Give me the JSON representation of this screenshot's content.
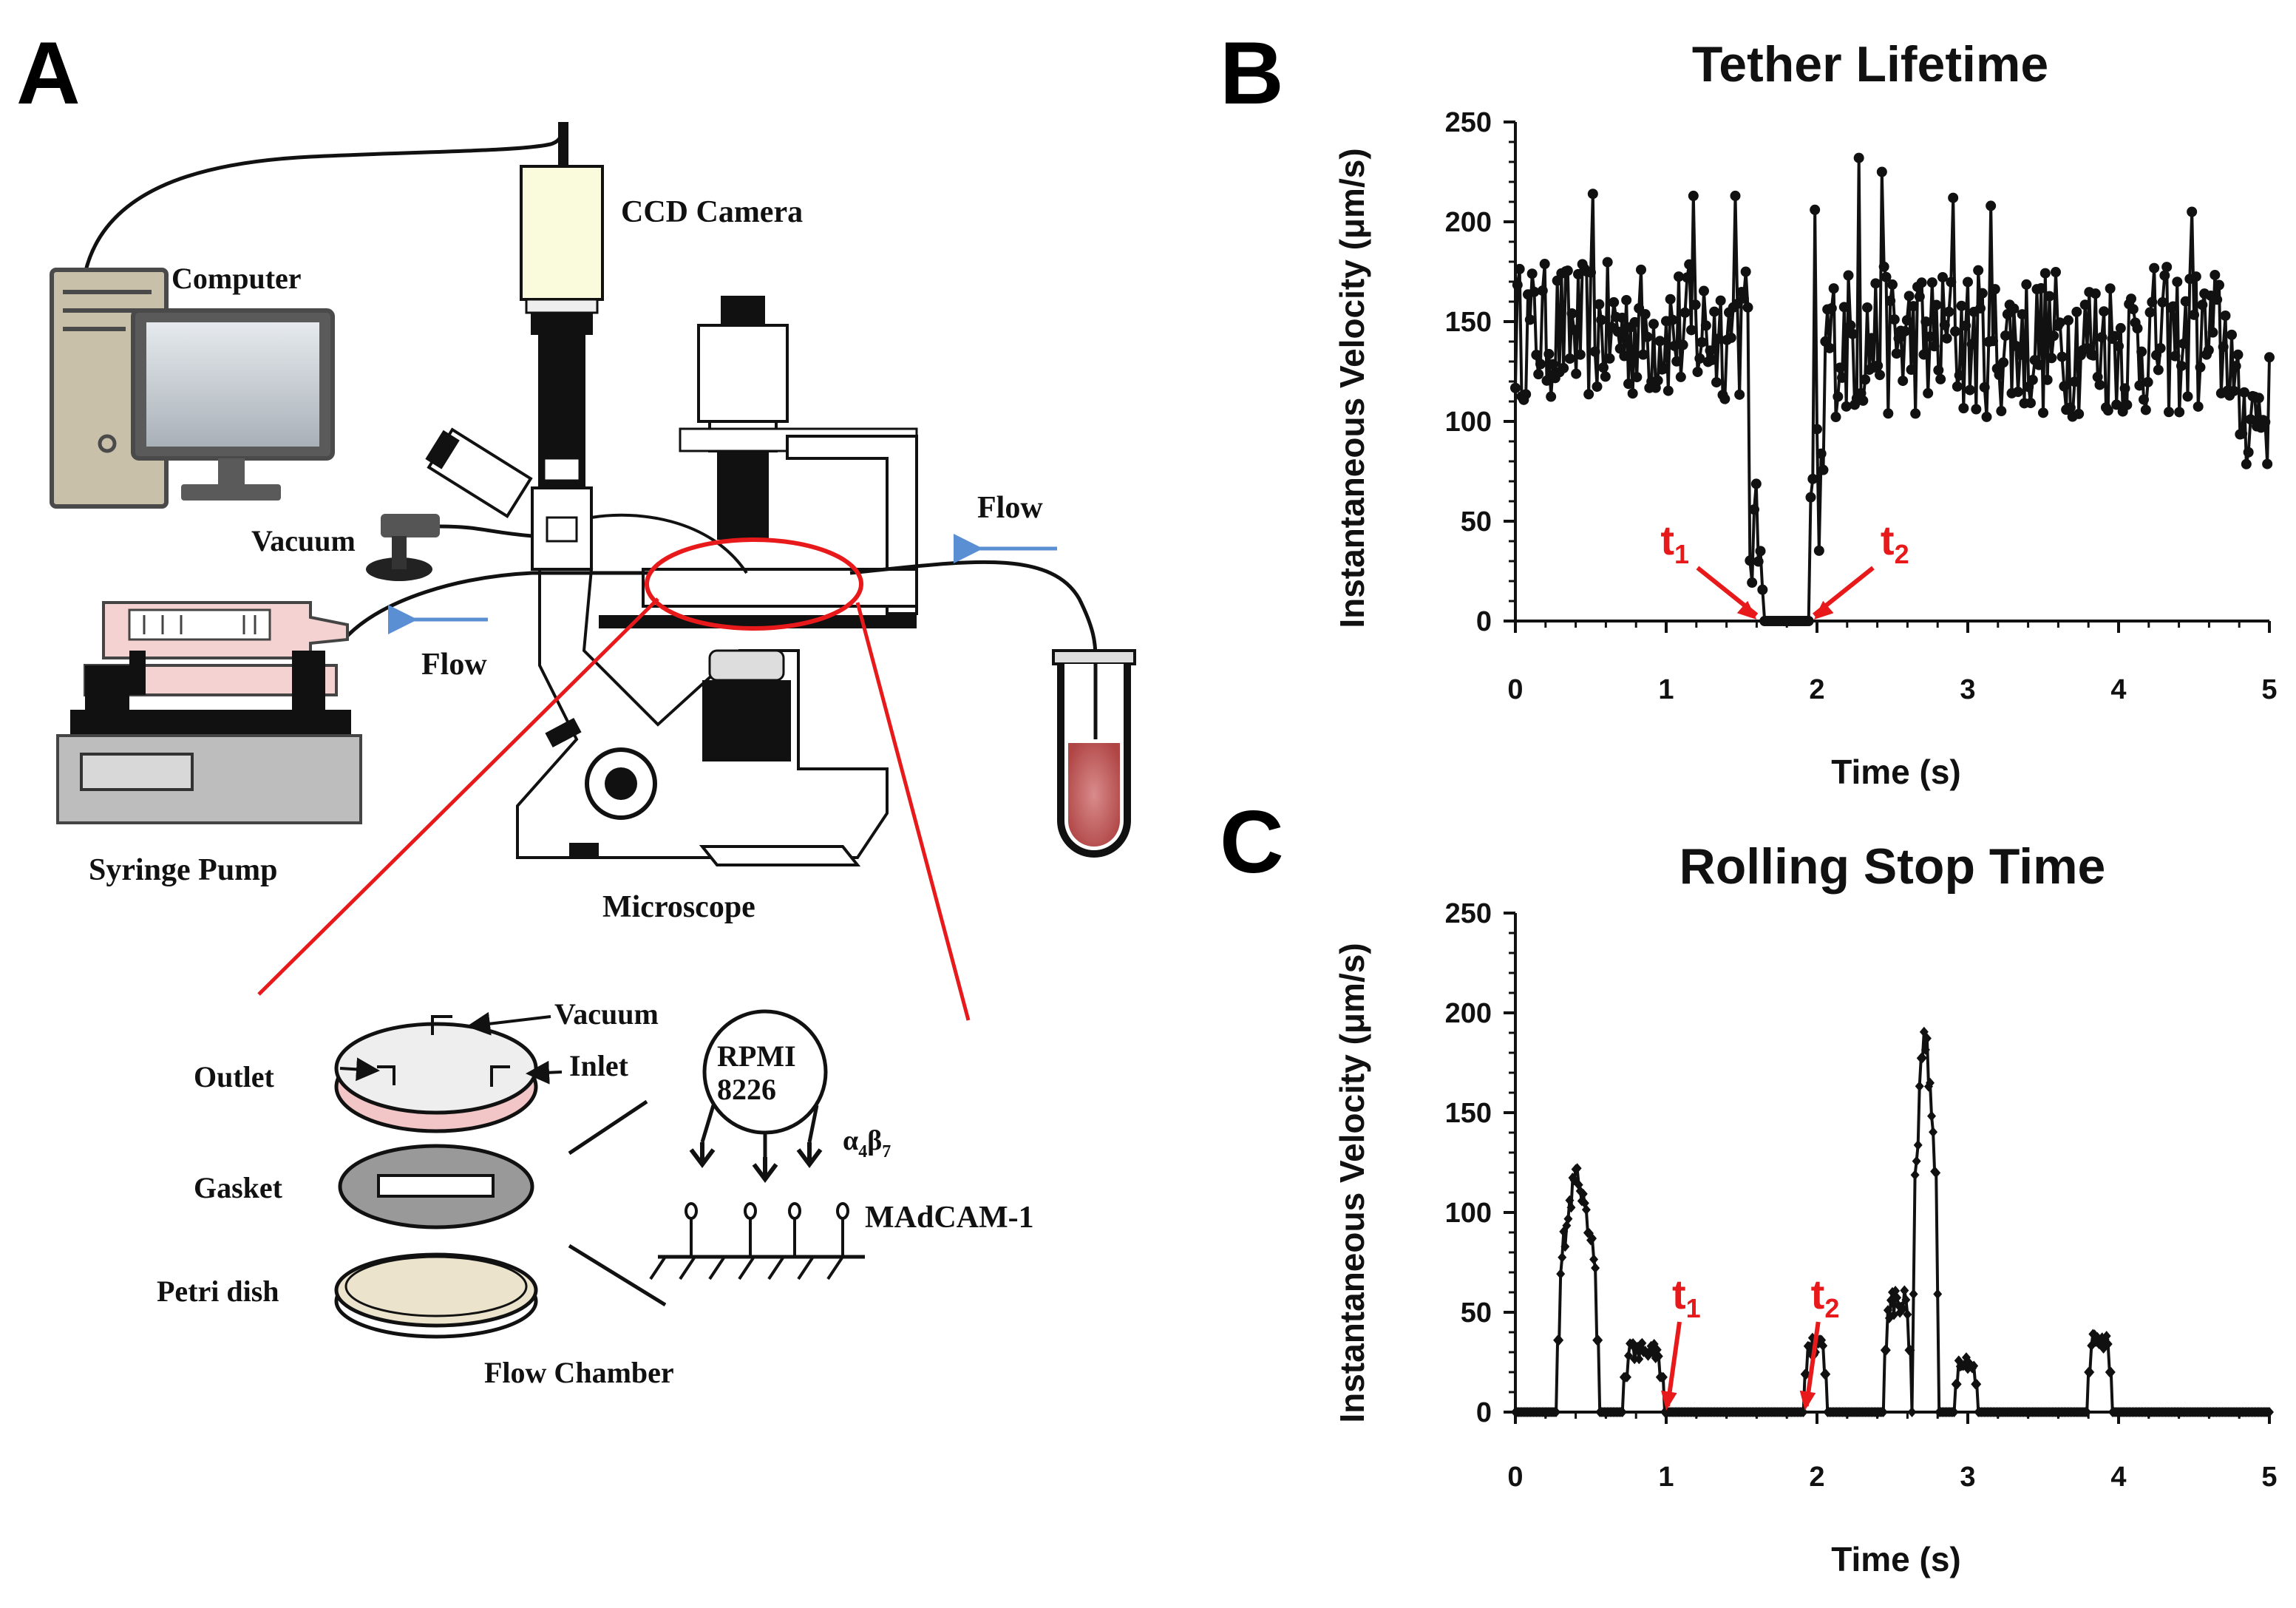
{
  "panels": {
    "a": "A",
    "b": "B",
    "c": "C"
  },
  "setup": {
    "ccd_camera": "CCD Camera",
    "computer": "Computer",
    "vacuum": "Vacuum",
    "flow_right": "Flow",
    "flow_left": "Flow",
    "syringe_pump": "Syringe  Pump",
    "microscope": "Microscope"
  },
  "chamber": {
    "vacuum": "Vacuum",
    "outlet": "Outlet",
    "inlet": "Inlet",
    "gasket": "Gasket",
    "petri_dish": "Petri dish",
    "flow_chamber": "Flow Chamber",
    "cell_line1": "RPMI",
    "cell_line2": "8226",
    "integrin_alpha": "α",
    "integrin_alpha_sub": "4",
    "integrin_beta": "β",
    "integrin_beta_sub": "7",
    "ligand": "MAdCAM-1"
  },
  "colors": {
    "trace": "#111111",
    "marker": "#e8191b",
    "flow_arrow": "#5b8fd4",
    "zoom_line": "#e8191b"
  },
  "chart_data": [
    {
      "type": "line",
      "title": "Tether Lifetime",
      "xlabel": "Time (s)",
      "ylabel": "Instantaneous Velocity (μm/s)",
      "xlim": [
        0,
        5
      ],
      "ylim": [
        0,
        250
      ],
      "xticks": [
        "0",
        "1",
        "2",
        "3",
        "4",
        "5"
      ],
      "yticks": [
        "0",
        "50",
        "100",
        "150",
        "200",
        "250"
      ],
      "marker_shape": "circle",
      "segments": [
        {
          "x_start": 0.0,
          "x_end": 1.55,
          "mean": 145,
          "amp": 35
        },
        {
          "x_start": 1.55,
          "x_end": 1.65,
          "mean": 40,
          "amp": 30
        },
        {
          "x_start": 1.65,
          "x_end": 1.95,
          "mean": 0,
          "amp": 0
        },
        {
          "x_start": 1.95,
          "x_end": 2.05,
          "mean": 60,
          "amp": 45
        },
        {
          "x_start": 2.05,
          "x_end": 4.75,
          "mean": 140,
          "amp": 38
        },
        {
          "x_start": 4.75,
          "x_end": 5.0,
          "mean": 105,
          "amp": 30
        }
      ],
      "spikes": [
        {
          "x": 1.18,
          "y": 213
        },
        {
          "x": 1.46,
          "y": 213
        },
        {
          "x": 2.28,
          "y": 232
        },
        {
          "x": 2.43,
          "y": 225
        },
        {
          "x": 2.9,
          "y": 212
        },
        {
          "x": 3.15,
          "y": 208
        },
        {
          "x": 0.52,
          "y": 214
        },
        {
          "x": 1.98,
          "y": 206
        },
        {
          "x": 4.48,
          "y": 205
        }
      ],
      "markers": [
        {
          "label": "t",
          "sub": "1",
          "x": 1.6
        },
        {
          "label": "t",
          "sub": "2",
          "x": 1.98
        }
      ]
    },
    {
      "type": "line",
      "title": "Rolling Stop Time",
      "xlabel": "Time (s)",
      "ylabel": "Instantaneous Velocity (μm/s)",
      "xlim": [
        0,
        5
      ],
      "ylim": [
        0,
        250
      ],
      "xticks": [
        "0",
        "1",
        "2",
        "3",
        "4",
        "5"
      ],
      "yticks": [
        "0",
        "50",
        "100",
        "150",
        "200",
        "250"
      ],
      "marker_shape": "diamond",
      "bursts": [
        {
          "start": 0.28,
          "end": 0.55,
          "peak": 120,
          "shape": "peak"
        },
        {
          "start": 0.72,
          "end": 0.98,
          "peak": 35,
          "shape": "plateau"
        },
        {
          "start": 1.92,
          "end": 2.06,
          "peak": 38,
          "shape": "plateau"
        },
        {
          "start": 2.45,
          "end": 2.62,
          "peak": 62,
          "shape": "plateau"
        },
        {
          "start": 2.64,
          "end": 2.8,
          "peak": 197,
          "shape": "peak"
        },
        {
          "start": 2.92,
          "end": 3.06,
          "peak": 28,
          "shape": "plateau"
        },
        {
          "start": 3.8,
          "end": 3.95,
          "peak": 40,
          "shape": "plateau"
        }
      ],
      "markers": [
        {
          "label": "t",
          "sub": "1",
          "x": 1.0
        },
        {
          "label": "t",
          "sub": "2",
          "x": 1.92
        }
      ]
    }
  ]
}
